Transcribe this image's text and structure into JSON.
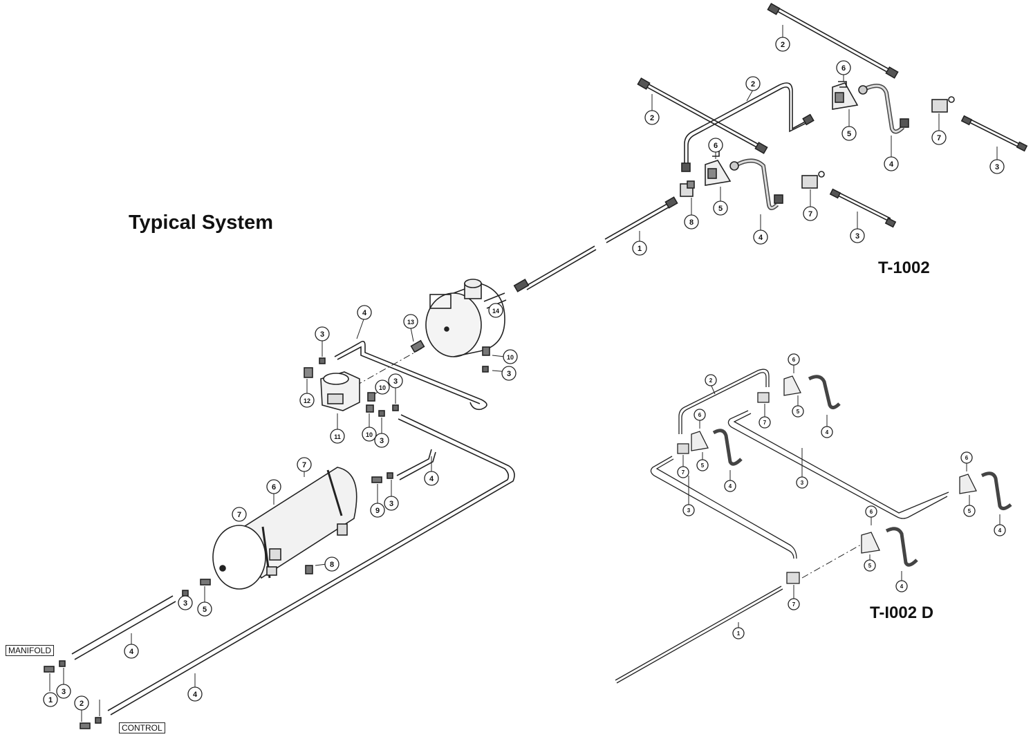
{
  "titles": {
    "typical_system": "Typical System",
    "t1002": "T-1002",
    "t1002d": "T-I002 D"
  },
  "labels": {
    "manifold": "MANIFOLD",
    "control": "CONTROL"
  },
  "callouts": {
    "typical": [
      "1",
      "2",
      "3",
      "3",
      "3",
      "3",
      "3",
      "3",
      "3",
      "4",
      "4",
      "4",
      "4",
      "5",
      "6",
      "7",
      "7",
      "8",
      "9",
      "10",
      "10",
      "10",
      "11",
      "12",
      "13",
      "14"
    ],
    "t1002": [
      "1",
      "2",
      "2",
      "2",
      "3",
      "3",
      "4",
      "4",
      "5",
      "5",
      "6",
      "6",
      "7",
      "7",
      "8"
    ],
    "t1002d": [
      "1",
      "2",
      "3",
      "3",
      "4",
      "4",
      "4",
      "4",
      "5",
      "5",
      "5",
      "5",
      "6",
      "6",
      "6",
      "6",
      "7",
      "7",
      "7"
    ]
  }
}
